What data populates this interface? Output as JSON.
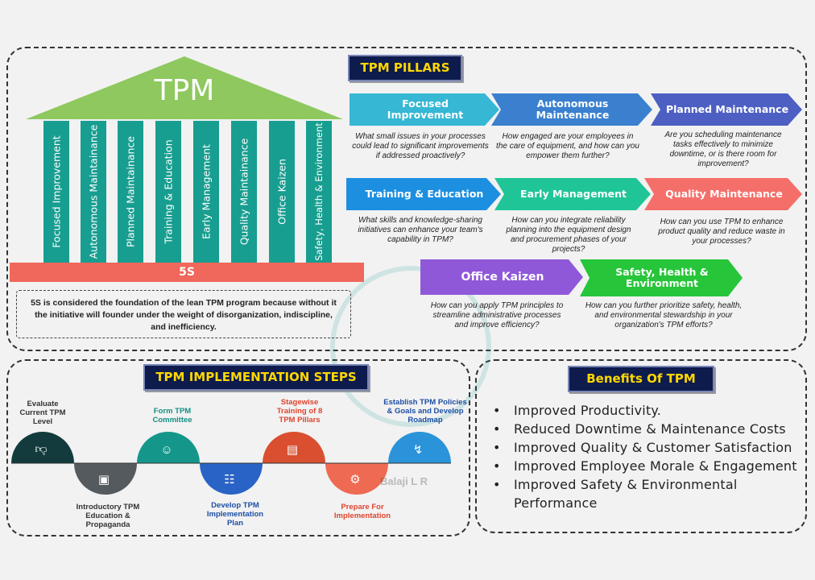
{
  "colors": {
    "navy": "#0e1b4d",
    "badge_text": "#ffd800",
    "roof": "#8ec85f",
    "column": "#179e90",
    "base": "#f0675b"
  },
  "temple": {
    "label": "TPM",
    "columns": [
      "Focused Improvement",
      "Autonomous Maintainance",
      "Planned Maintainance",
      "Training & Education",
      "Early Management",
      "Quality Maintainance",
      "Office Kaizen",
      "Safety, Health & Environment"
    ],
    "base": "5S",
    "note": "5S is considered the foundation of the lean TPM program because without it the initiative will founder under the weight of disorganization, indiscipline, and inefficiency."
  },
  "pillars": {
    "title": "TPM PILLARS",
    "items": [
      {
        "name": "Focused Improvement",
        "color": "#36b7d4",
        "question": "What small issues in your processes could lead to significant improvements if addressed proactively?"
      },
      {
        "name": "Autonomous Maintenance",
        "color": "#3a80cf",
        "question": "How engaged are your employees in the care of equipment, and how can you empower them further?"
      },
      {
        "name": "Planned Maintenance",
        "color": "#4d5fc2",
        "question": "Are you scheduling maintenance tasks effectively to minimize downtime, or is there room for improvement?"
      },
      {
        "name": "Training & Education",
        "color": "#1d8fe0",
        "question": "What skills and knowledge-sharing initiatives can enhance your team's capability in TPM?"
      },
      {
        "name": "Early Management",
        "color": "#1fc596",
        "question": "How can you integrate reliability planning into the equipment design and procurement phases of your projects?"
      },
      {
        "name": "Quality Maintenance",
        "color": "#f56f6a",
        "question": "How can you use TPM to enhance product quality and reduce waste in your processes?"
      },
      {
        "name": "Office Kaizen",
        "color": "#8f58d9",
        "question": "How can you apply TPM principles to streamline administrative processes and improve efficiency?"
      },
      {
        "name": "Safety, Health & Environment",
        "color": "#27c53a",
        "question": "How can you further prioritize safety, health, and environmental stewardship in your organization's TPM efforts?"
      }
    ]
  },
  "steps": {
    "title": "TPM IMPLEMENTATION STEPS",
    "items": [
      {
        "label": "Evaluate Current TPM Level",
        "icon": "thumbs-down-icon"
      },
      {
        "label": "Introductory TPM Education & Propaganda",
        "icon": "presentation-icon"
      },
      {
        "label": "Form TPM Committee",
        "icon": "team-icon"
      },
      {
        "label": "Develop TPM Implementation Plan",
        "icon": "flowchart-icon"
      },
      {
        "label": "Stagewise Training of 8 TPM Pillars",
        "icon": "training-icon"
      },
      {
        "label": "Prepare For Implementation",
        "icon": "gears-icon"
      },
      {
        "label": "Establish TPM Policies & Goals and Develop Roadmap",
        "icon": "roadmap-icon"
      }
    ]
  },
  "benefits": {
    "title": "Benefits Of TPM",
    "items": [
      "Improved Productivity.",
      "Reduced Downtime & Maintenance Costs",
      "Improved Quality & Customer Satisfaction",
      "Improved Employee Morale & Engagement",
      "Improved Safety & Environmental Performance"
    ]
  },
  "watermark": "Balaji L R"
}
